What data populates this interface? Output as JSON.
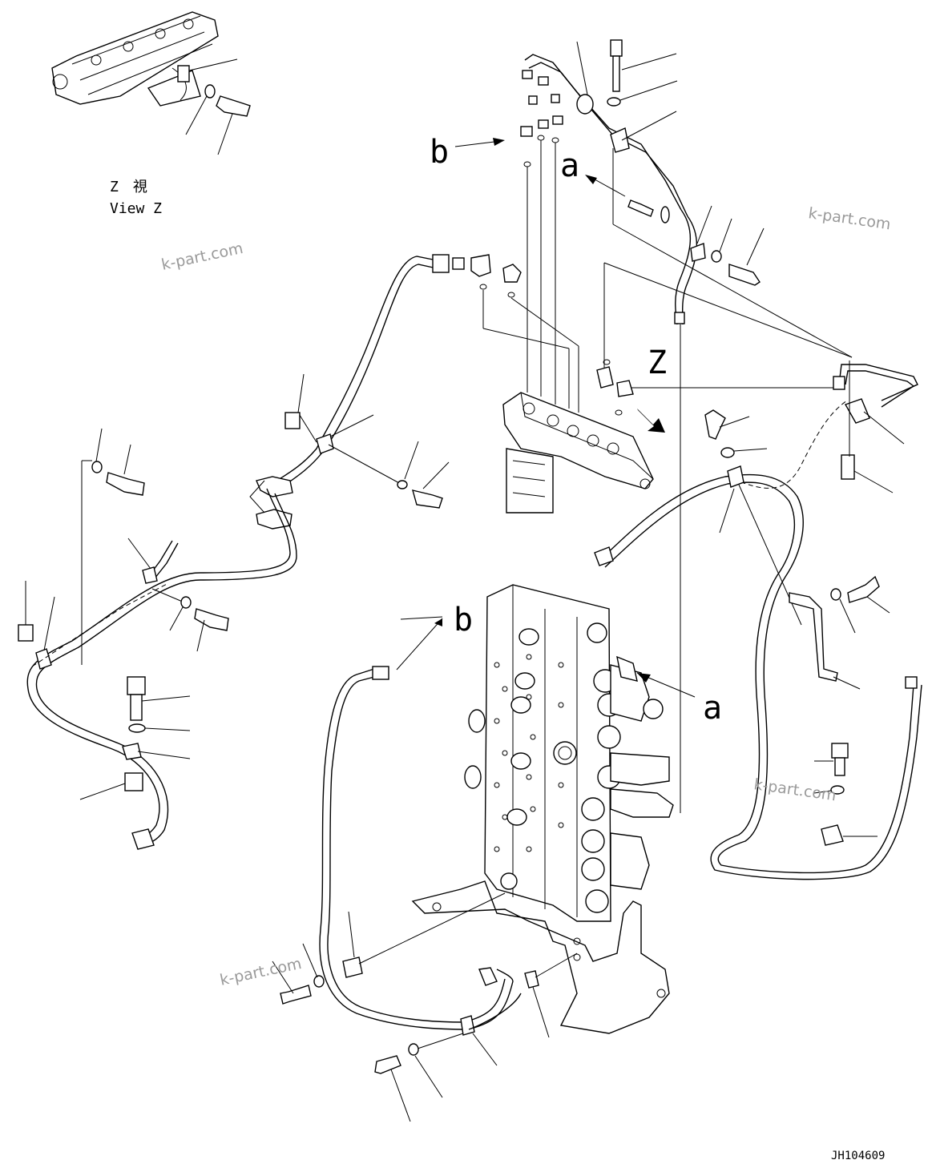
{
  "view_title_jp": "Z　視",
  "view_title_en": "View Z",
  "labels": {
    "a_top": "a",
    "b_top": "b",
    "a_bottom": "a",
    "b_bottom": "b",
    "z_marker": "Z"
  },
  "watermarks": [
    "k-part.com",
    "k-part.com",
    "k-part.com",
    "k-part.com"
  ],
  "drawing_code": "JH104609"
}
